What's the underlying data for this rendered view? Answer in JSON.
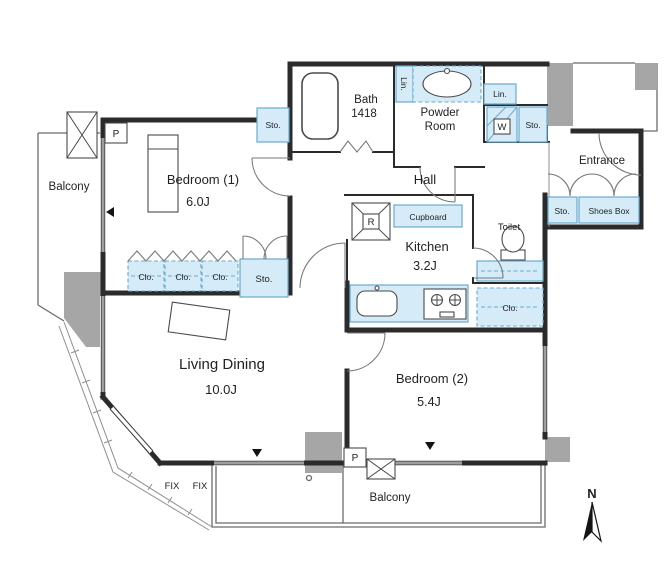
{
  "colors": {
    "wall": "#2b2b2b",
    "fixture_fill": "#d5ebf8",
    "fixture_border": "#69abce",
    "pillar": "#a6a6a6"
  },
  "rooms": {
    "balcony_left": "Balcony",
    "balcony_bottom": "Balcony",
    "bedroom1": "Bedroom (1)",
    "bedroom1_size": "6.0J",
    "bath": "Bath",
    "bath_size": "1418",
    "powder_line1": "Powder",
    "powder_line2": "Room",
    "hall": "Hall",
    "entrance": "Entrance",
    "kitchen": "Kitchen",
    "kitchen_size": "3.2J",
    "toilet": "Toilet",
    "living_dining": "Living Dining",
    "living_dining_size": "10.0J",
    "bedroom2": "Bedroom (2)",
    "bedroom2_size": "5.4J"
  },
  "labels": {
    "storage": "Sto.",
    "closet": "Clo.",
    "linen": "Lin.",
    "washer": "W",
    "refrigerator": "R",
    "cupboard": "Cupboard",
    "shoes_box": "Shoes Box",
    "pipe_shaft": "P",
    "fix_window": "FIX",
    "north": "N"
  }
}
